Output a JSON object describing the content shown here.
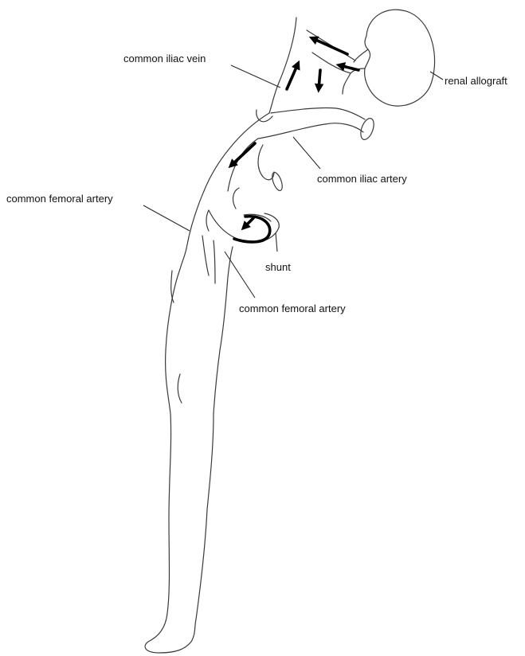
{
  "labels": {
    "common_iliac_vein": "common iliac vein",
    "renal_allograft": "renal allograft",
    "common_iliac_artery": "common iliac artery",
    "common_femoral_artery_left": "common femoral artery",
    "shunt": "shunt",
    "common_femoral_artery_right": "common femoral artery"
  },
  "colors": {
    "line": "#3a3a3a",
    "arrow": "#000000",
    "text": "#111111"
  }
}
